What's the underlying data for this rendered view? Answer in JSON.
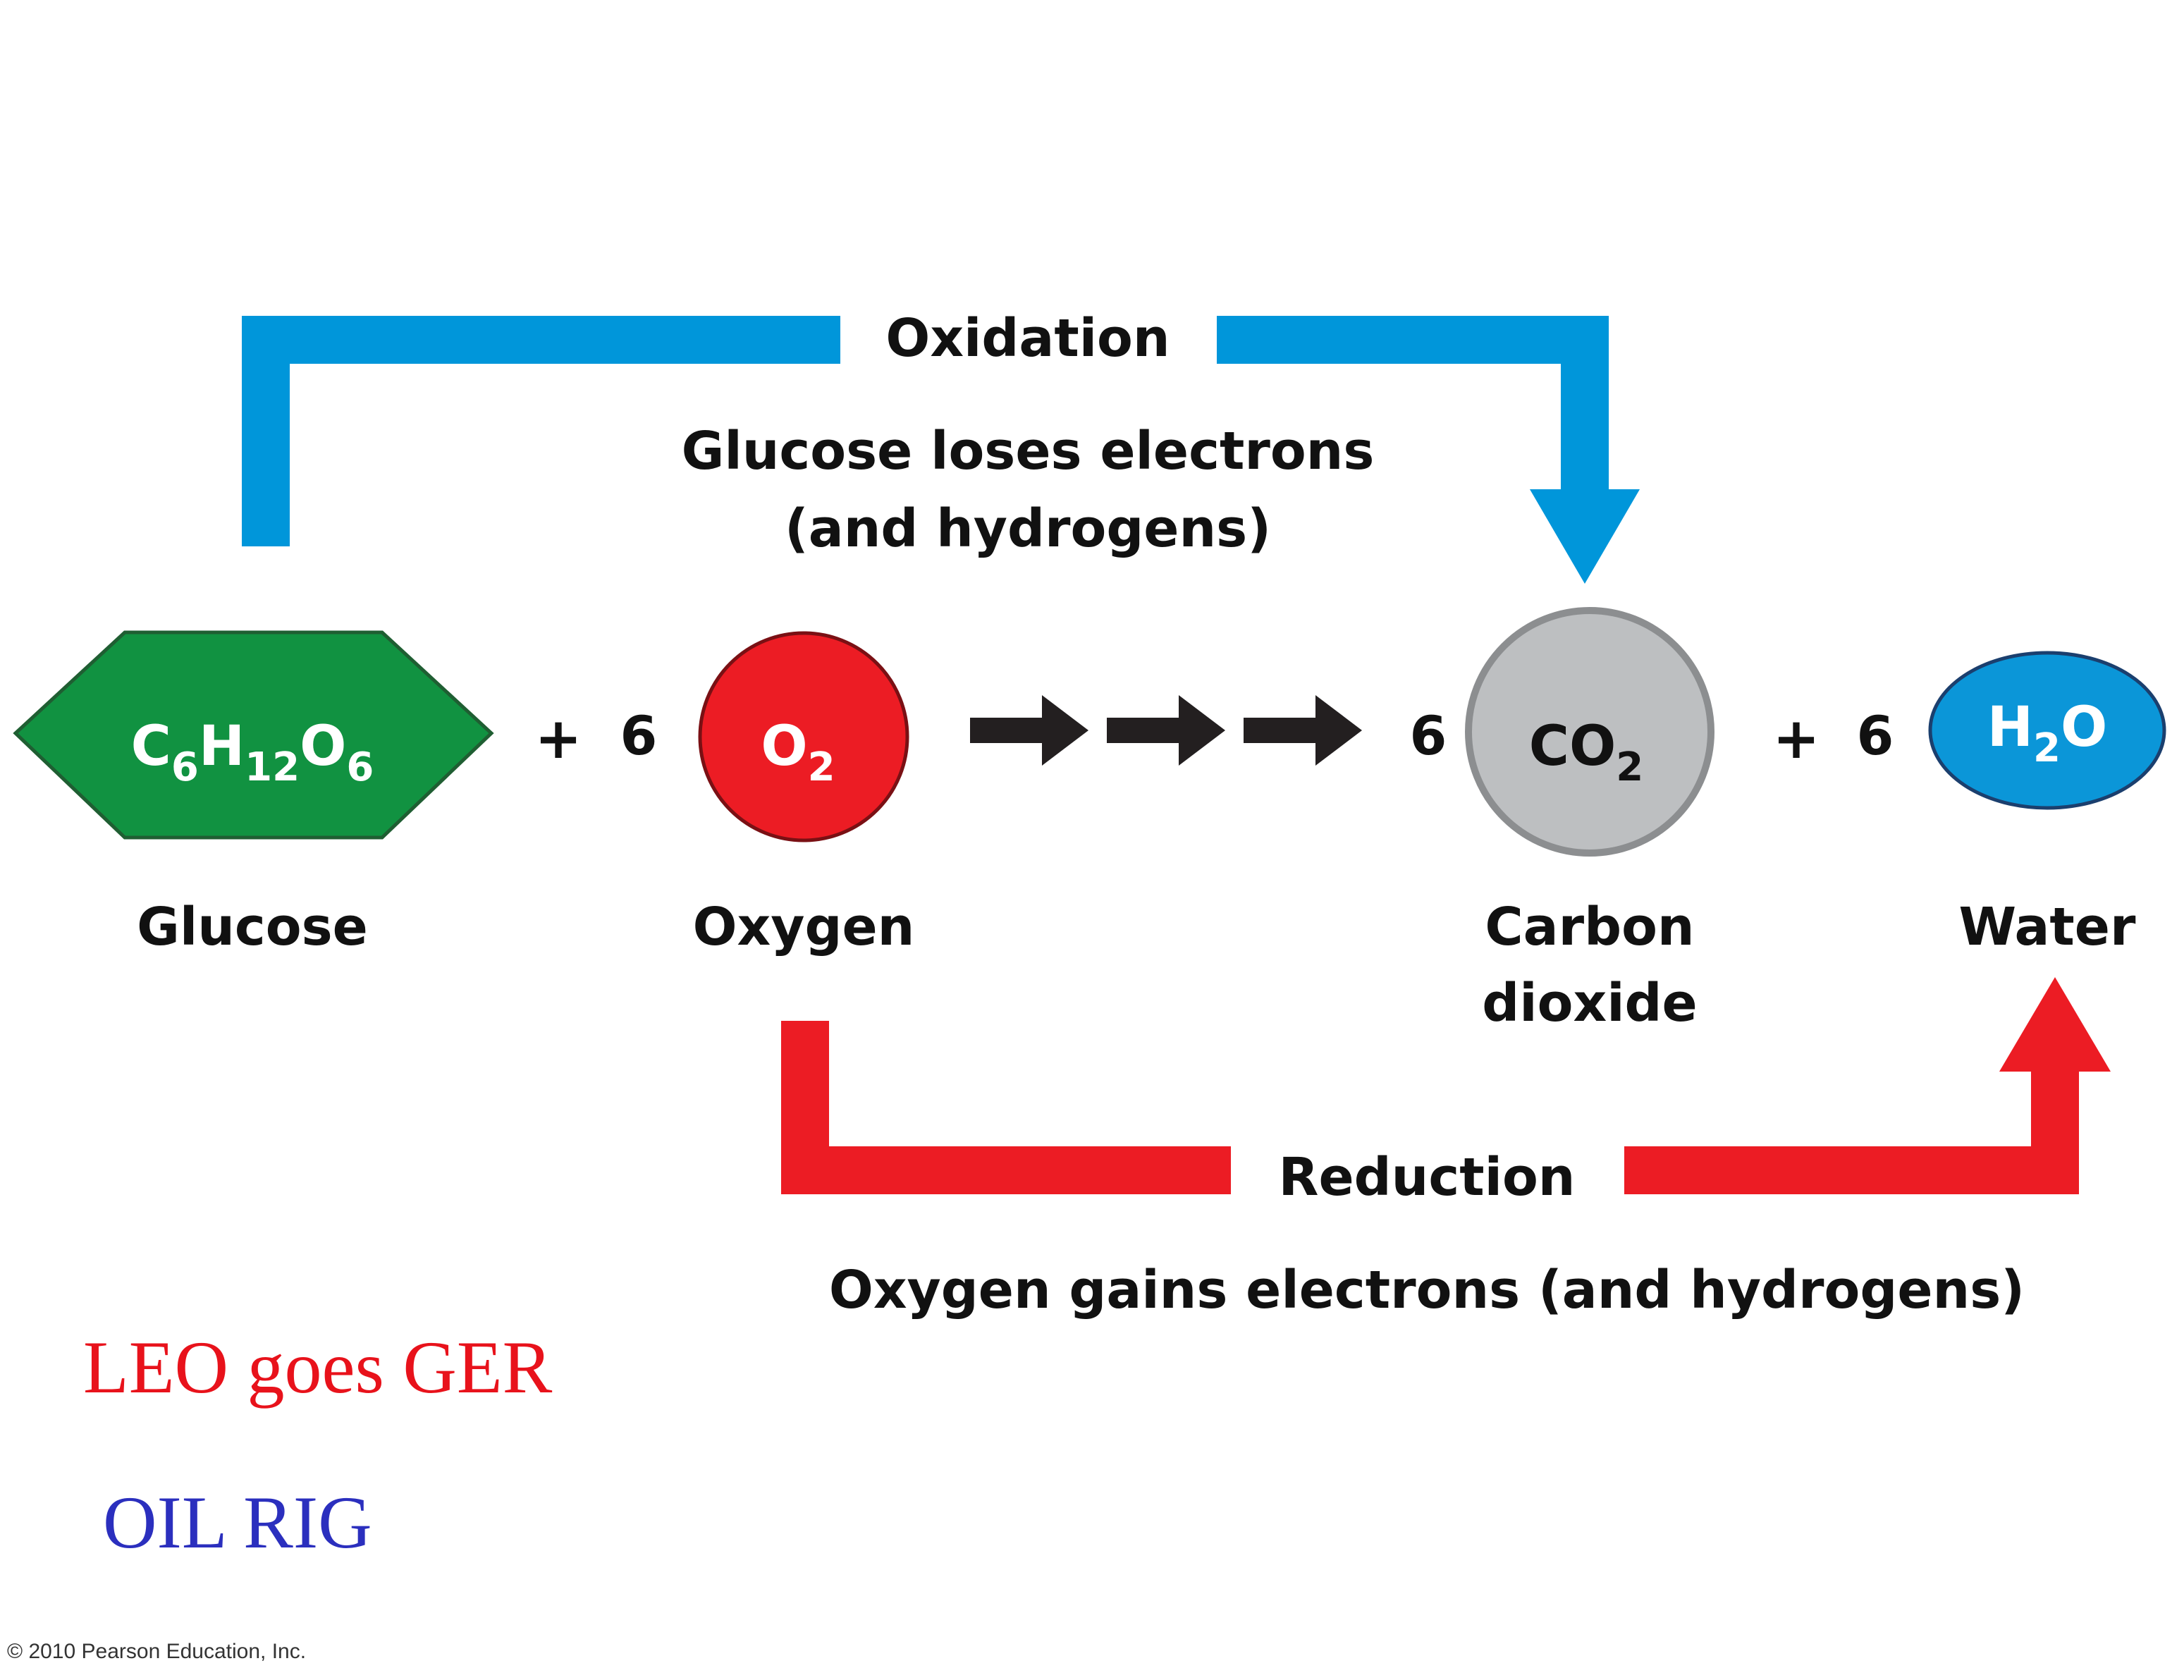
{
  "colors": {
    "oxidation": "#0096DA",
    "reduction": "#EC1C24",
    "glucose": "#119241",
    "oxygen": "#EC1C24",
    "carbon_dioxide": "#BDBFC1",
    "water": "#0B96D8",
    "arrow": "#231F20",
    "mnemonic_red": "#E8121B",
    "mnemonic_blue": "#2B2FBE"
  },
  "oxidation": {
    "title": "Oxidation",
    "desc_line1": "Glucose loses electrons",
    "desc_line2": "(and hydrogens)"
  },
  "reduction": {
    "title": "Reduction",
    "desc": "Oxygen gains electrons (and hydrogens)"
  },
  "equation": {
    "plus1": "+",
    "coef_o2": "6",
    "coef_co2": "6",
    "plus2": "+",
    "coef_h2o": "6"
  },
  "molecules": {
    "glucose": {
      "c": "C",
      "c_sub": "6",
      "h": "H",
      "h_sub": "12",
      "o": "O",
      "o_sub": "6",
      "name": "Glucose"
    },
    "oxygen": {
      "o": "O",
      "o_sub": "2",
      "name": "Oxygen"
    },
    "carbon_dioxide": {
      "co": "CO",
      "o_sub": "2",
      "name_line1": "Carbon",
      "name_line2": "dioxide"
    },
    "water": {
      "h": "H",
      "h_sub": "2",
      "o": "O",
      "name": "Water"
    }
  },
  "mnemonics": {
    "leo": "LEO goes GER",
    "oil": "OIL RIG"
  },
  "copyright": "© 2010 Pearson Education, Inc."
}
